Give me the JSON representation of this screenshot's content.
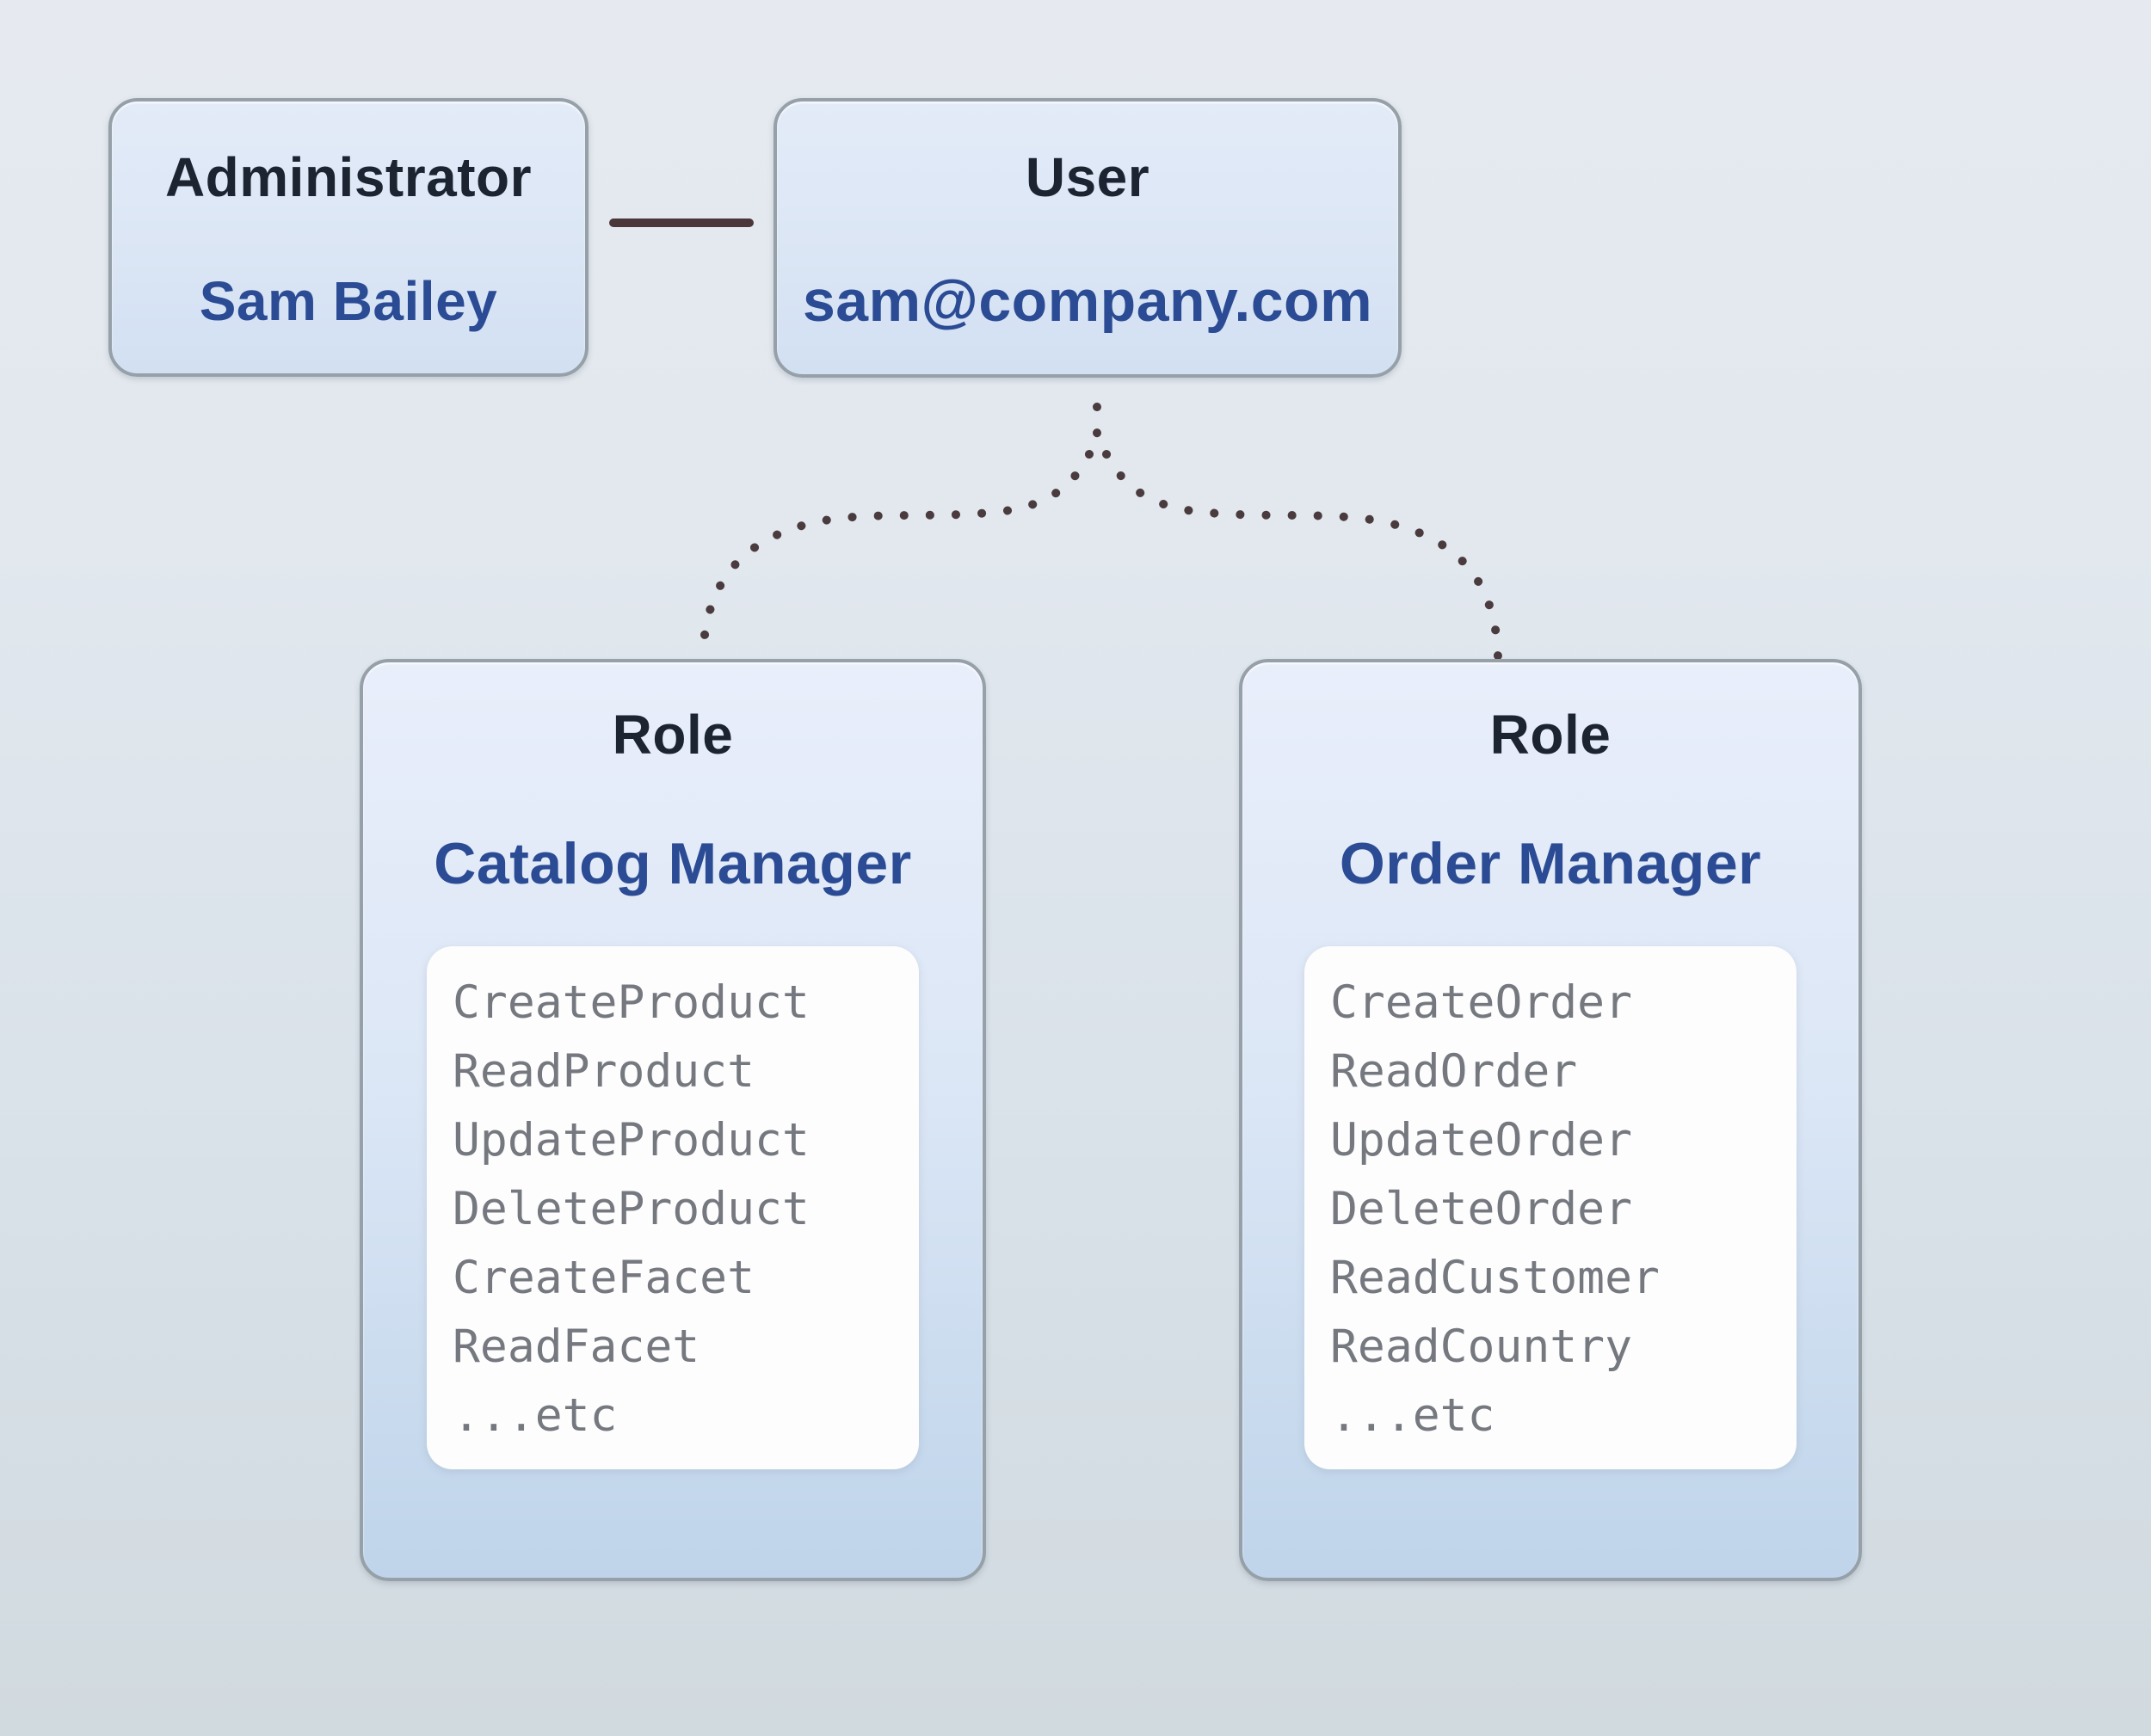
{
  "colors": {
    "background_top": "#e6eaf0",
    "background_bottom": "#d1dadf",
    "box_border": "#96a0a8",
    "top_box_fill_top": "#e3ebf8",
    "top_box_fill_bottom": "#d2e0f2",
    "role_box_fill_top": "#e9eefb",
    "role_box_fill_bottom": "#bfd4ea",
    "card_fill": "#fdfdfe",
    "title_text": "#1c2432",
    "accent_blue": "#2b4c94",
    "permission_text": "#75797f",
    "connector_line": "#4b3739",
    "connector_dots": "#4a3c3e"
  },
  "admin_box": {
    "title": "Administrator",
    "name": "Sam Bailey"
  },
  "user_box": {
    "title": "User",
    "email": "sam@company.com"
  },
  "roles": [
    {
      "title": "Role",
      "name": "Catalog Manager",
      "permissions": [
        "CreateProduct",
        "ReadProduct",
        "UpdateProduct",
        "DeleteProduct",
        "CreateFacet",
        "ReadFacet",
        "...etc"
      ]
    },
    {
      "title": "Role",
      "name": "Order Manager",
      "permissions": [
        "CreateOrder",
        "ReadOrder",
        "UpdateOrder",
        "DeleteOrder",
        "ReadCustomer",
        "ReadCountry",
        "...etc"
      ]
    }
  ]
}
